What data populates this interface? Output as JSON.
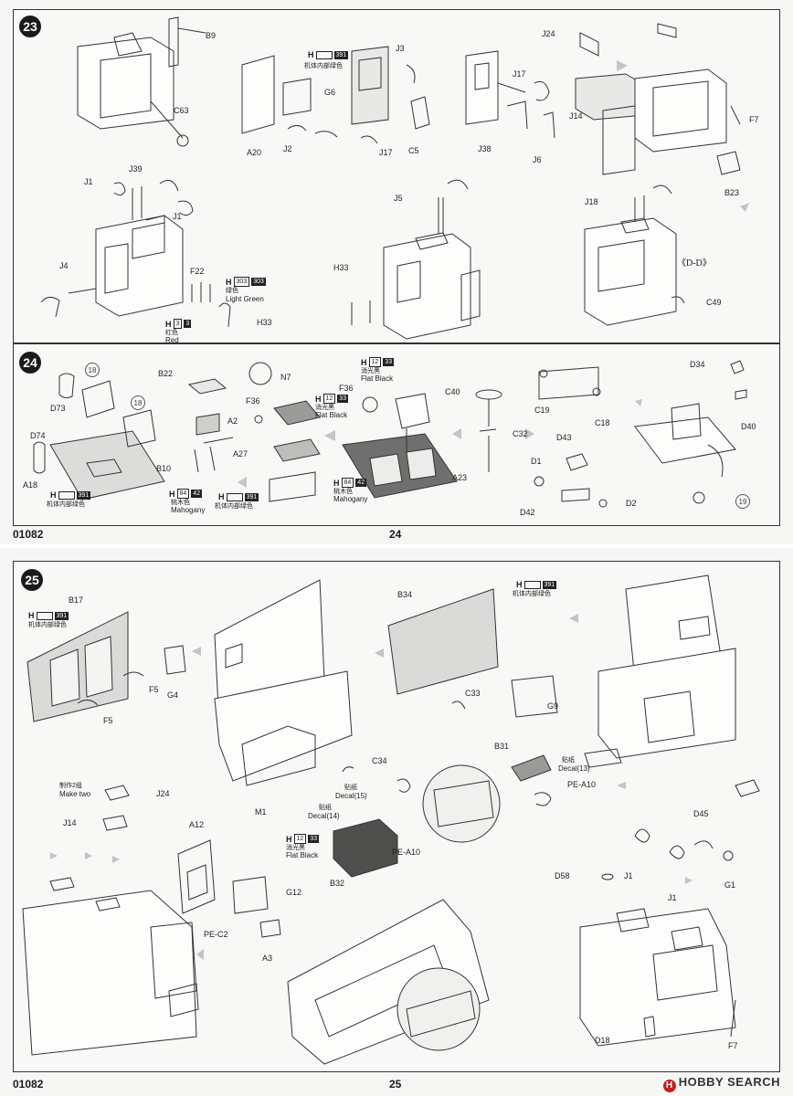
{
  "page_top": {
    "doc_code": "01082",
    "page_number": "24",
    "step23": {
      "number": "23",
      "parts": [
        "B9",
        "C63",
        "G6",
        "J3",
        "A20",
        "J2",
        "J17",
        "C5",
        "J24",
        "J17",
        "J38",
        "J6",
        "J14",
        "F7",
        "B23",
        "J1",
        "J39",
        "J1",
        "J4",
        "F22",
        "H33",
        "J5",
        "H33",
        "J18",
        "C49"
      ],
      "view_label": "《D-D》",
      "paint_g6": {
        "h": "H",
        "code": "391",
        "cn": "机体内部绿色"
      },
      "paint_green": {
        "h": "H",
        "code1": "303",
        "code2": "303",
        "cn": "绿色",
        "en": "Light Green"
      },
      "paint_red": {
        "h": "H",
        "code1": "3",
        "code2": "3",
        "cn": "红色",
        "en": "Red"
      }
    },
    "step24": {
      "number": "24",
      "parts": [
        "B22",
        "N7",
        "F36",
        "F36",
        "D73",
        "A2",
        "D74",
        "A27",
        "B10",
        "A18",
        "C40",
        "C32",
        "A23",
        "C19",
        "C18",
        "D43",
        "D1",
        "D42",
        "D2",
        "D34",
        "D40"
      ],
      "circle_refs": [
        "18",
        "18",
        "19"
      ],
      "paint_a18": {
        "h": "H",
        "code": "391",
        "cn": "机体内部绿色"
      },
      "paint_mahogany1": {
        "h": "H",
        "code1": "84",
        "code2": "42",
        "cn": "桃木色",
        "en": "Mahogany"
      },
      "paint_b10": {
        "h": "H",
        "code": "391",
        "cn": "机体内部绿色"
      },
      "paint_flatblack1": {
        "h": "H",
        "code1": "12",
        "code2": "33",
        "cn": "消光黑",
        "en": "Flat Black"
      },
      "paint_flatblack2": {
        "h": "H",
        "code1": "12",
        "code2": "33",
        "cn": "消光黑",
        "en": "Flat Black"
      },
      "paint_mahogany2": {
        "h": "H",
        "code1": "84",
        "code2": "42",
        "cn": "桃木色",
        "en": "Mahogany"
      }
    }
  },
  "page_bottom": {
    "doc_code": "01082",
    "page_number": "25",
    "step25": {
      "number": "25",
      "parts": [
        "B17",
        "F5",
        "G4",
        "F5",
        "M1",
        "B34",
        "C33",
        "G9",
        "J24",
        "J14",
        "B31",
        "PE-A10",
        "C34",
        "A12",
        "G12",
        "PE-C2",
        "A3",
        "B32",
        "PE-A10",
        "D45",
        "D58",
        "J1",
        "J1",
        "G1",
        "D18",
        "F7"
      ],
      "paint_b17": {
        "h": "H",
        "code": "391",
        "cn": "机体内部绿色"
      },
      "paint_b34": {
        "h": "H",
        "code": "391",
        "cn": "机体内部绿色"
      },
      "make_two_cn": "制作2组",
      "make_two_en": "Make two",
      "decal13": {
        "cn": "贴纸",
        "en": "Decal(13)"
      },
      "decal14": {
        "cn": "贴纸",
        "en": "Decal(14)"
      },
      "decal15": {
        "cn": "贴纸",
        "en": "Decal(15)"
      },
      "paint_b32": {
        "h": "H",
        "code1": "12",
        "code2": "33",
        "cn": "消光黑",
        "en": "Flat Black"
      }
    },
    "watermark": "HOBBY SEARCH"
  },
  "colors": {
    "line": "#333333",
    "panel": "#f8f8f6",
    "arrow": "#b8b8b8",
    "label": "#222222"
  }
}
